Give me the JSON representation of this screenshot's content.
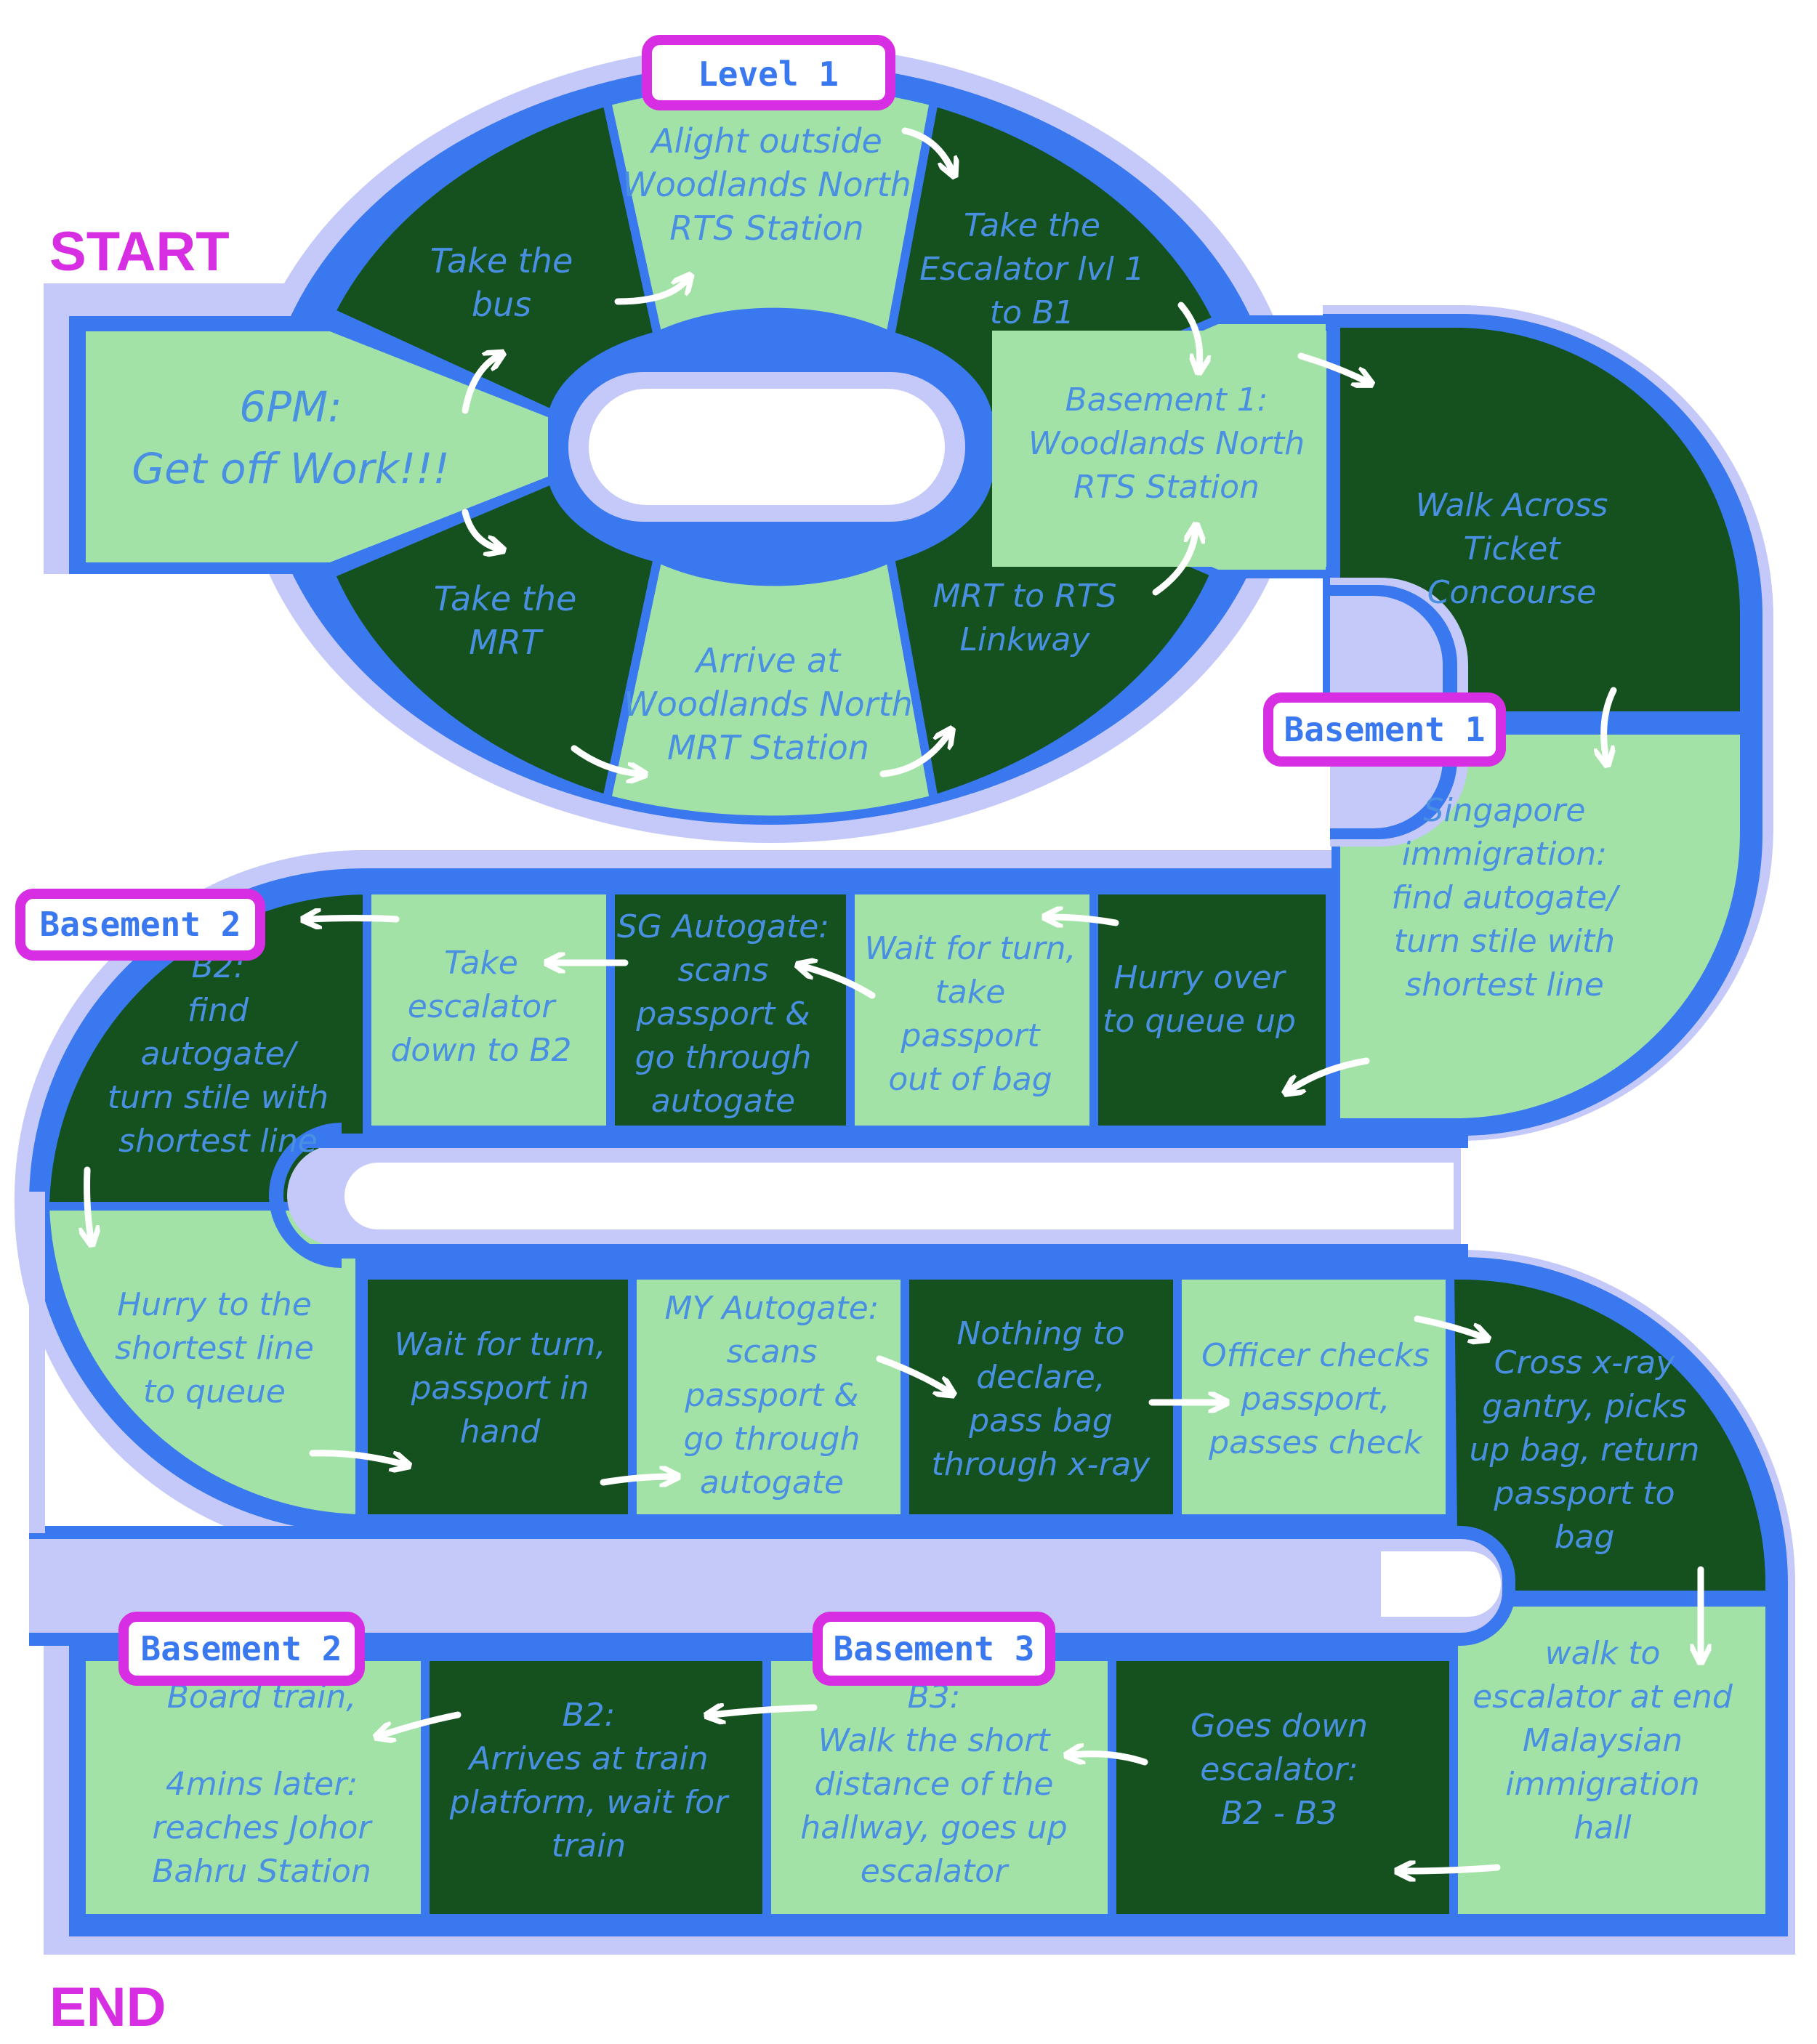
{
  "labels": {
    "start": "START",
    "end": "END",
    "level1": "Level 1",
    "basement1": "Basement 1",
    "basement2_top": "Basement 2",
    "basement3": "Basement 3",
    "basement2_bottom": "Basement 2"
  },
  "colors": {
    "dark_tile": "#14511e",
    "light_tile": "#a3e2a7",
    "tile_text": "#4a90e2",
    "border_blue": "#3a78f0",
    "halo": "#c4c9f9",
    "label_magenta": "#d82ee3"
  },
  "tiles": {
    "t01": [
      "6PM:",
      "Get off Work!!!"
    ],
    "t02": [
      "Take the",
      "bus"
    ],
    "t03": [
      "Take the",
      "MRT"
    ],
    "t04": [
      "Alight outside",
      "Woodlands North",
      "RTS Station"
    ],
    "t05": [
      "Arrive at",
      "Woodlands North",
      "MRT Station"
    ],
    "t06": [
      "Take the",
      "Escalator lvl 1",
      "to B1"
    ],
    "t07": [
      "MRT to RTS",
      "Linkway"
    ],
    "t08": [
      "Basement 1:",
      "Woodlands North",
      "RTS Station"
    ],
    "t09": [
      "Walk Across",
      "Ticket",
      "Concourse"
    ],
    "t10": [
      "Singapore",
      "immigration:",
      "find autogate/",
      "turn stile with",
      "shortest line"
    ],
    "t11": [
      "Hurry over",
      "to queue up"
    ],
    "t12": [
      "Wait for turn,",
      "take",
      "passport",
      "out of bag"
    ],
    "t13": [
      "SG Autogate:",
      "scans",
      "passport &",
      "go through",
      "autogate"
    ],
    "t14": [
      "Take",
      "escalator",
      "down to B2"
    ],
    "t15": [
      "B2:",
      "find",
      "autogate/",
      "turn stile with",
      "shortest line"
    ],
    "t16": [
      "Hurry to the",
      "shortest line",
      "to queue"
    ],
    "t17": [
      "Wait for turn,",
      "passport in",
      "hand"
    ],
    "t18": [
      "MY Autogate:",
      "scans",
      "passport &",
      "go through",
      "autogate"
    ],
    "t19": [
      "Nothing to",
      "declare,",
      "pass bag",
      "through x-ray"
    ],
    "t20": [
      "Officer checks",
      "passport,",
      "passes check"
    ],
    "t21": [
      "Cross x-ray",
      "gantry, picks",
      "up bag, return",
      "passport to",
      "bag"
    ],
    "t22": [
      "walk to",
      "escalator at end",
      "Malaysian",
      "immigration",
      "hall"
    ],
    "t23": [
      "Goes down",
      "escalator:",
      "B2 - B3"
    ],
    "t24": [
      "B3:",
      "Walk the short",
      "distance of the",
      "hallway, goes up",
      "escalator"
    ],
    "t25": [
      "B2:",
      "Arrives at train",
      "platform, wait for",
      "train"
    ],
    "t26": [
      "Board train,",
      "",
      "4mins later:",
      "reaches Johor",
      "Bahru Station"
    ]
  }
}
